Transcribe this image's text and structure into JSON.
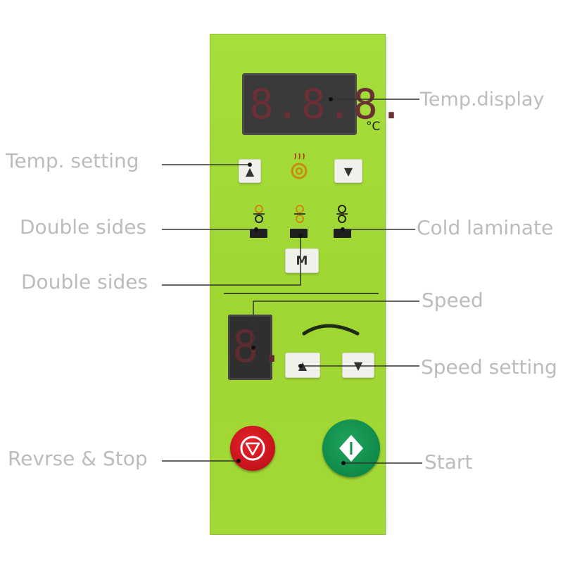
{
  "labels": {
    "temp_display": "Temp.display",
    "temp_setting": "Temp. setting",
    "double_sides_1": "Double sides",
    "cold_laminate": "Cold laminate",
    "double_sides_2": "Double sides",
    "speed": "Speed",
    "speed_setting": "Speed setting",
    "reverse_stop": "Revrse & Stop",
    "start": "Start"
  },
  "temp_display": {
    "digits": "8.8.8.",
    "unit": "°C"
  },
  "speed_display": {
    "digits": "8."
  },
  "buttons": {
    "up_symbol": "▲",
    "down_symbol": "▼",
    "mode_label": "M"
  },
  "icons": {
    "heater": "heater-icon",
    "roller": "roller-icon",
    "speed_arc": "speed-arc-icon",
    "stop": "stop-triangle-icon",
    "start": "start-diamond-icon"
  },
  "colors": {
    "panel": "#a3d937",
    "stop": "#d21820",
    "start": "#13914f",
    "heater": "#c98a12",
    "label": "#bcbcbc"
  }
}
